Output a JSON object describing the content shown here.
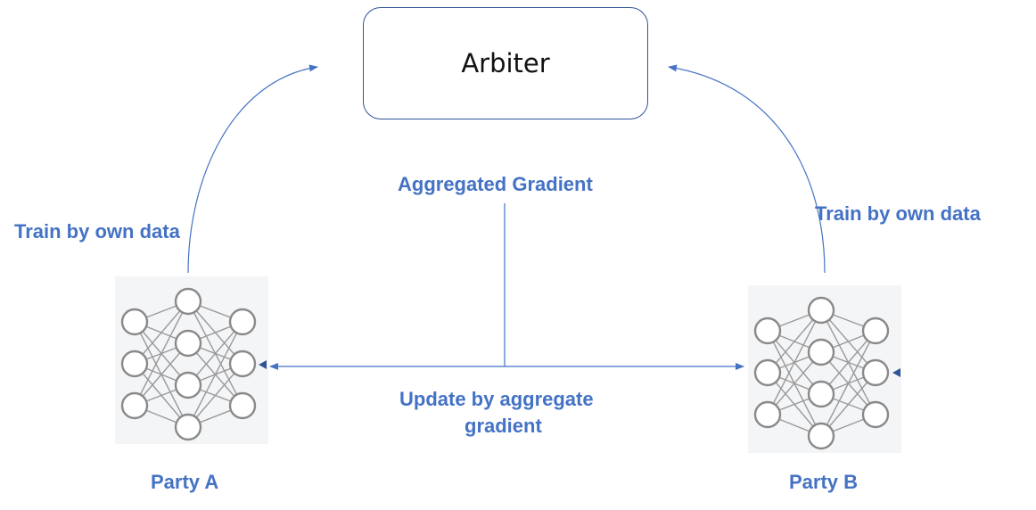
{
  "arbiter": {
    "label": "Arbiter"
  },
  "labels": {
    "aggregated_gradient": "Aggregated Gradient",
    "train_left": "Train by own data",
    "train_right": "Train by own data",
    "update_line1": "Update by aggregate",
    "update_line2": "gradient",
    "party_a": "Party A",
    "party_b": "Party B"
  },
  "colors": {
    "text_accent": "#4472c4",
    "line": "#4472c4",
    "box_border": "#2f5597",
    "neuron_stroke": "#8a8a8a"
  },
  "icons": {
    "party_a": "neural-network-icon",
    "party_b": "neural-network-icon"
  }
}
